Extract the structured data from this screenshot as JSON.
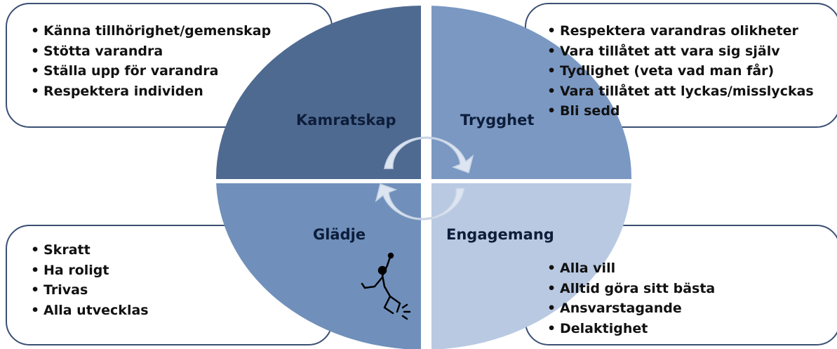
{
  "quadrants": {
    "kamratskap": {
      "label": "Kamratskap",
      "color": "#4f6a91",
      "items": [
        "Känna tillhörighet/gemenskap",
        "Stötta varandra",
        "Ställa upp för varandra",
        "Respektera individen"
      ]
    },
    "trygghet": {
      "label": "Trygghet",
      "color": "#7a98c2",
      "items": [
        "Respektera varandras olikheter",
        "Vara tillåtet att vara sig själv",
        "Tydlighet (veta vad man får)",
        "Vara tillåtet att lyckas/misslyckas",
        "Bli sedd"
      ]
    },
    "gladje": {
      "label": "Glädje",
      "color": "#7090bb",
      "items": [
        "Skratt",
        "Ha roligt",
        "Trivas",
        "Alla utvecklas"
      ]
    },
    "engagemang": {
      "label": "Engagemang",
      "color": "#b9c9e2",
      "items": [
        "Alla vill",
        "Alltid göra sitt bästa",
        "Ansvarstagande",
        "Delaktighet"
      ]
    }
  },
  "icons": {
    "cycle": "circular-arrows-icon",
    "figure": "cheering-figure-icon"
  },
  "colors": {
    "border": "#3a4f74",
    "arrow": "#dce5f1"
  }
}
